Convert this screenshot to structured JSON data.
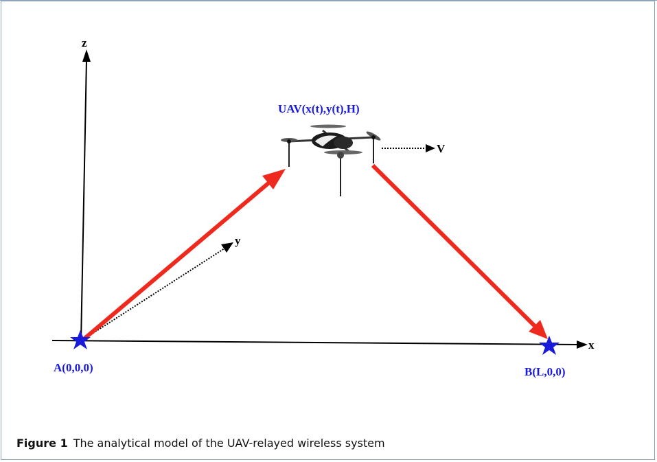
{
  "figure": {
    "number": "Figure 1",
    "caption": "The analytical model of the UAV-relayed wireless system"
  },
  "axes": {
    "x": "x",
    "y": "y",
    "z": "z"
  },
  "nodes": {
    "a_label": "A(0,0,0)",
    "b_label": "B(L,0,0)",
    "uav_label": "UAV(x(t),y(t),H)",
    "velocity_label": "V"
  },
  "colors": {
    "link_arrows": "#ee2a1e",
    "node_labels": "#1a1adb",
    "star": "#1a1adb",
    "frame": "#8fa3b8"
  }
}
